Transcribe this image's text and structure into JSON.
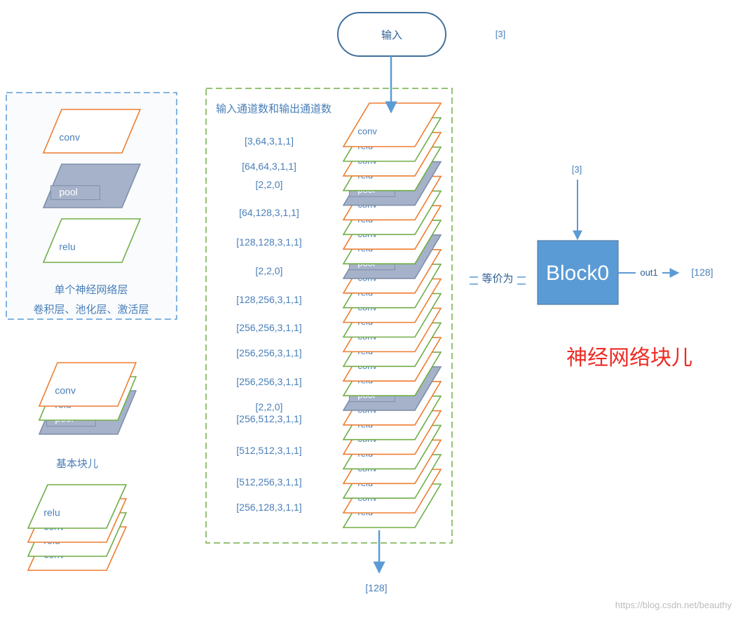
{
  "input": {
    "label": "输入",
    "shape_side": "[3]"
  },
  "legend": {
    "layers": [
      "conv",
      "pool",
      "relu"
    ],
    "caption_line1": "单个神经网络层",
    "caption_line2": "卷积层、池化层、激活层"
  },
  "basic_block": {
    "layers": [
      "conv",
      "relu",
      "pool"
    ],
    "caption": "基本块儿"
  },
  "bottom_stack": {
    "layers": [
      "relu",
      "conv",
      "relu",
      "conv"
    ]
  },
  "network": {
    "title": "输入通道数和输出通道数",
    "params": [
      "[3,64,3,1,1]",
      "[64,64,3,1,1]",
      "[2,2,0]",
      "[64,128,3,1,1]",
      "[128,128,3,1,1]",
      "[2,2,0]",
      "[128,256,3,1,1]",
      "[256,256,3,1,1]",
      "[256,256,3,1,1]",
      "[256,256,3,1,1]",
      "[2,2,0]",
      "[256,512,3,1,1]",
      "[512,512,3,1,1]",
      "[512,256,3,1,1]",
      "[256,128,3,1,1]"
    ],
    "layers": [
      {
        "type": "conv",
        "label": "conv"
      },
      {
        "type": "relu",
        "label": "relu"
      },
      {
        "type": "conv",
        "label": "conv"
      },
      {
        "type": "relu",
        "label": "relu"
      },
      {
        "type": "pool",
        "label": "pool"
      },
      {
        "type": "conv",
        "label": "conv"
      },
      {
        "type": "relu",
        "label": "relu"
      },
      {
        "type": "conv",
        "label": "conv"
      },
      {
        "type": "relu",
        "label": "relu"
      },
      {
        "type": "pool",
        "label": "pool"
      },
      {
        "type": "conv",
        "label": "conv"
      },
      {
        "type": "relu",
        "label": "relu"
      },
      {
        "type": "conv",
        "label": "conv"
      },
      {
        "type": "relu",
        "label": "relu"
      },
      {
        "type": "conv",
        "label": "conv"
      },
      {
        "type": "relu",
        "label": "relu"
      },
      {
        "type": "conv",
        "label": "conv"
      },
      {
        "type": "relu",
        "label": "relu"
      },
      {
        "type": "pool",
        "label": "pool"
      },
      {
        "type": "conv",
        "label": "conv"
      },
      {
        "type": "relu",
        "label": "relu"
      },
      {
        "type": "conv",
        "label": "conv"
      },
      {
        "type": "relu",
        "label": "relu"
      },
      {
        "type": "conv",
        "label": "conv"
      },
      {
        "type": "relu",
        "label": "relu"
      },
      {
        "type": "conv",
        "label": "conv"
      },
      {
        "type": "relu",
        "label": "relu"
      }
    ],
    "output_shape": "[128]"
  },
  "equivalence_label": "等价为",
  "block": {
    "label": "Block0",
    "input_shape": "[3]",
    "output_label": "out1",
    "output_shape": "[128]"
  },
  "block_caption": "神经网络块儿",
  "watermark": "https://blog.csdn.net/beauthy",
  "colors": {
    "conv": "#ed7d31",
    "relu": "#70ad47",
    "pool_fill": "#a5b2c9",
    "pool_stroke": "#7f8fa9",
    "text": "#4a7fb8",
    "arrow": "#5b9bd5",
    "block": "#5b9bd5",
    "dashed_green": "#70ad47",
    "dashed_blue": "#5b9bd5",
    "caption_red": "#ee2b24"
  }
}
